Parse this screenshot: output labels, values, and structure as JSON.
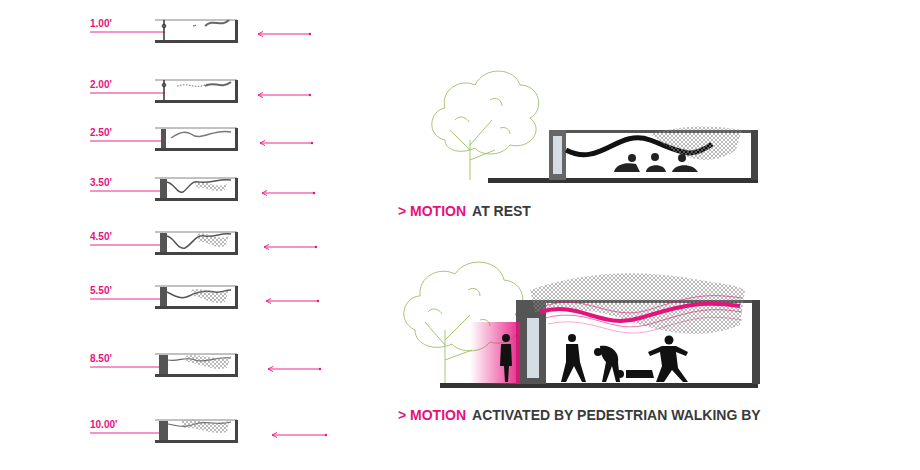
{
  "diagram": {
    "labels": [
      "1.00'",
      "2.00'",
      "2.50'",
      "3.50'",
      "4.50'",
      "5.50'",
      "8.50'",
      "10.00'",
      "> MOTION",
      "AT REST",
      "> MOTION",
      "ACTIVATED BY PEDESTRIAN WALKING BY"
    ]
  }
}
